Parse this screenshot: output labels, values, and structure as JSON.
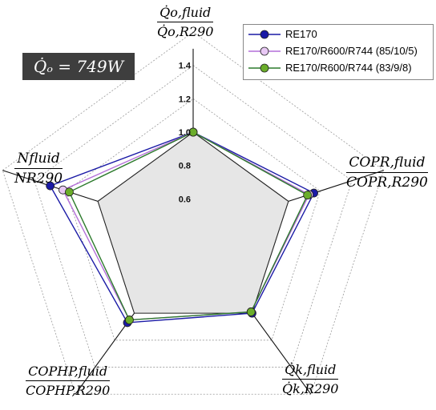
{
  "badge": {
    "text": "Q̇ₒ = 749W"
  },
  "axis_labels": {
    "top": {
      "num": "Q̇o,fluid",
      "den": "Q̇o,R290"
    },
    "right": {
      "num": "COPR,fluid",
      "den": "COPR,R290"
    },
    "bottom_right": {
      "num": "Q̇k,fluid",
      "den": "Q̇k,R290"
    },
    "bottom_left": {
      "num": "COPHP,fluid",
      "den": "COPHP,R290"
    },
    "left": {
      "num": "Nfluid",
      "den": "NR290"
    }
  },
  "legend": {
    "items": [
      {
        "label": "RE170",
        "color": "#1a1aa6",
        "marker": "#1a1aa6"
      },
      {
        "label": "RE170/R600/R744 (85/10/5)",
        "color": "#b46fd8",
        "marker": "#e8c8f4"
      },
      {
        "label": "RE170/R600/R744 (83/9/8)",
        "color": "#2c7a2c",
        "marker": "#6aad2a"
      }
    ]
  },
  "chart_data": {
    "type": "radar",
    "axes": [
      "Q̇o,fluid/Q̇o,R290",
      "COPR,fluid/COPR,R290",
      "Q̇k,fluid/Q̇k,R290",
      "COPHP,fluid/COPHP,R290",
      "Nfluid/NR290"
    ],
    "rlim": [
      0.4,
      1.6
    ],
    "tick_labels": [
      "0.6",
      "0.8",
      "1.0",
      "1.2",
      "1.4"
    ],
    "ticks": [
      0.6,
      0.8,
      1.0,
      1.2,
      1.4
    ],
    "grid": true,
    "legend_position": "top-right",
    "reference": {
      "values": [
        1,
        1,
        1,
        1,
        1
      ]
    },
    "series": [
      {
        "name": "RE170",
        "values": [
          1.0,
          1.16,
          1.0,
          1.07,
          1.3
        ]
      },
      {
        "name": "RE170/R600/R744 (85/10/5)",
        "values": [
          1.0,
          1.13,
          0.99,
          1.05,
          1.22
        ]
      },
      {
        "name": "RE170/R600/R744 (83/9/8)",
        "values": [
          1.0,
          1.12,
          0.99,
          1.05,
          1.18
        ]
      }
    ]
  }
}
